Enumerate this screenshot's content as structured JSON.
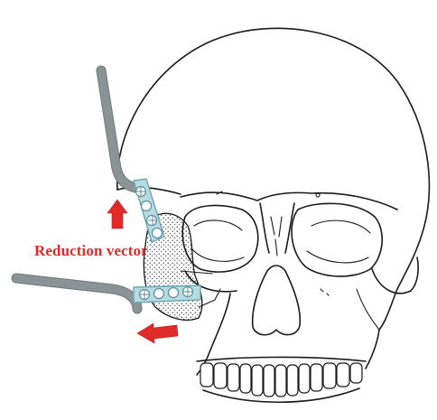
{
  "figure": {
    "label_text": "Reduction vector",
    "colors": {
      "label": "#e02a2a",
      "arrow": "#e02a2a",
      "plate": "#b7dbe3",
      "instrument": "#8a9396",
      "skull_outline": "#1a1a1a"
    },
    "icons": [
      "skull-drawing",
      "fixation-plate",
      "reduction-instrument",
      "reduction-arrow"
    ]
  }
}
